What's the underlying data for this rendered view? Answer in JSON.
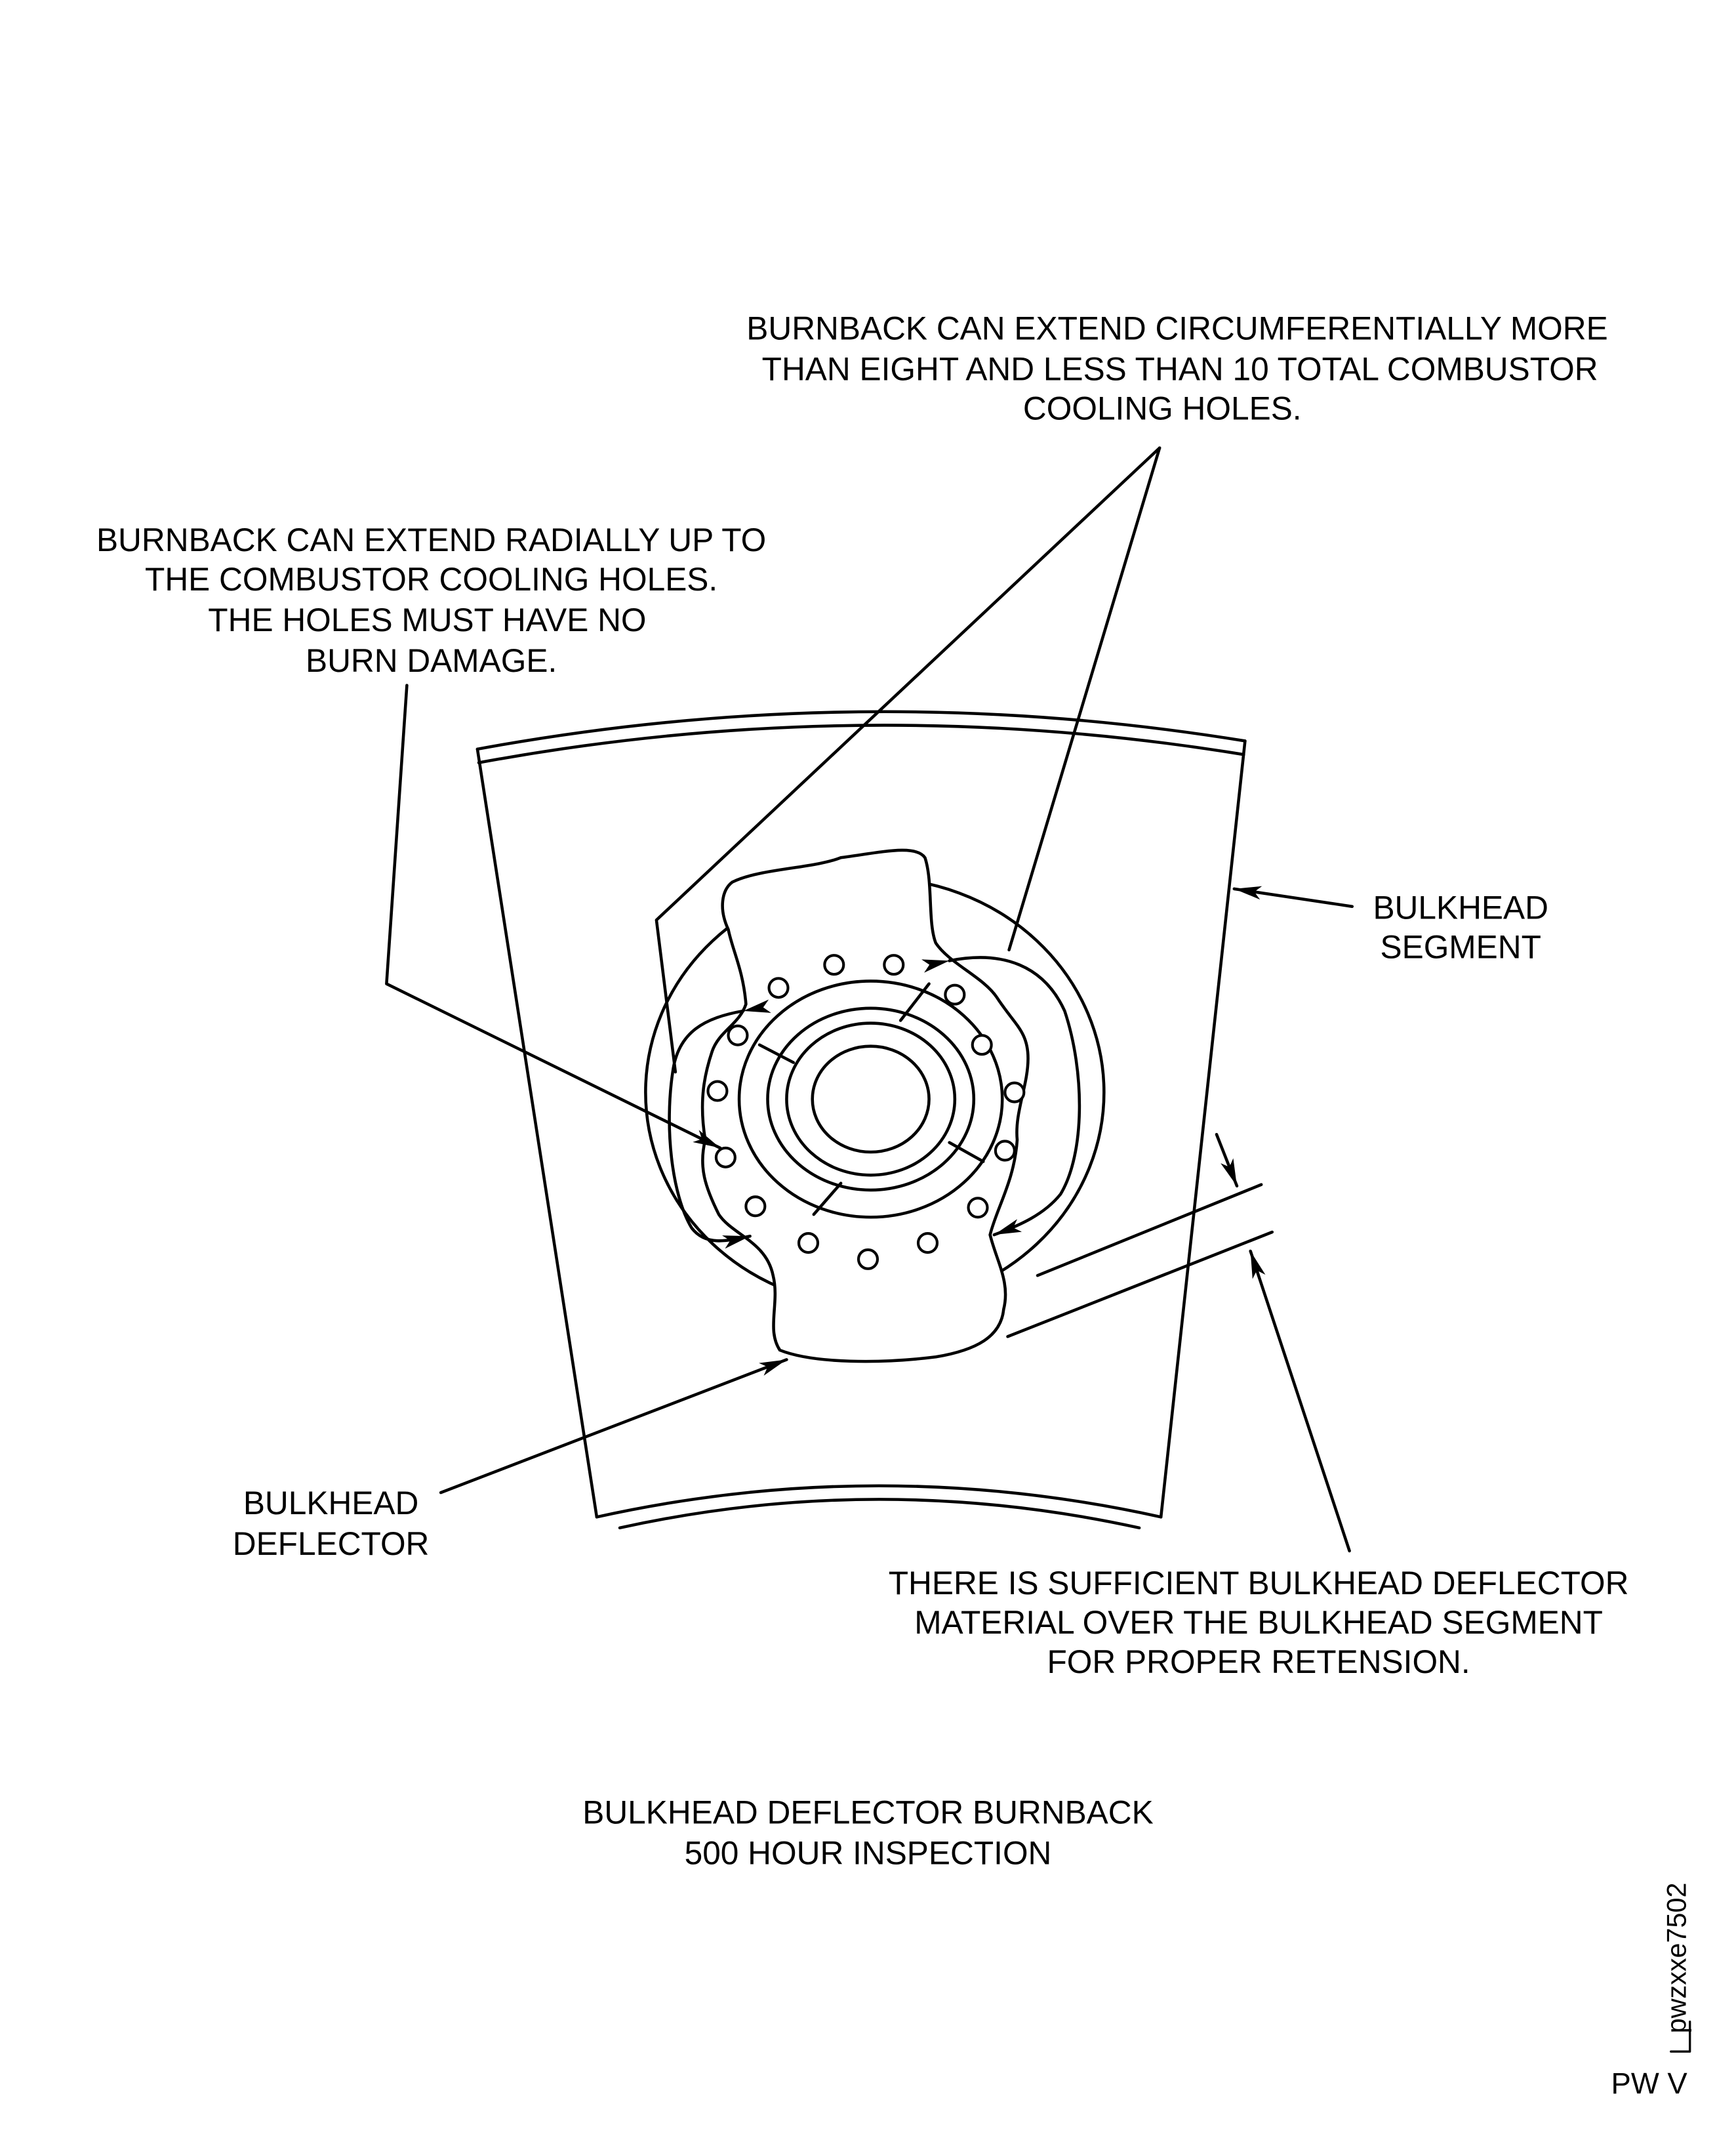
{
  "labels": {
    "circumferential": [
      "BURNBACK CAN EXTEND CIRCUMFERENTIALLY MORE",
      "THAN EIGHT AND LESS THAN 10 TOTAL COMBUSTOR",
      "COOLING HOLES."
    ],
    "radial": [
      "BURNBACK CAN EXTEND RADIALLY UP TO",
      "THE COMBUSTOR COOLING HOLES.",
      "THE HOLES MUST HAVE NO",
      "BURN DAMAGE."
    ],
    "bulkhead_segment": [
      "BULKHEAD",
      "SEGMENT"
    ],
    "bulkhead_deflector": [
      "BULKHEAD",
      "DEFLECTOR"
    ],
    "retention": [
      "THERE IS SUFFICIENT BULKHEAD DEFLECTOR",
      "MATERIAL OVER THE BULKHEAD SEGMENT",
      "FOR PROPER RETENSION."
    ]
  },
  "title": [
    "BULKHEAD DEFLECTOR BURNBACK",
    "500 HOUR INSPECTION"
  ],
  "figure_id": "pwzxxe7502",
  "footer": "PW V"
}
